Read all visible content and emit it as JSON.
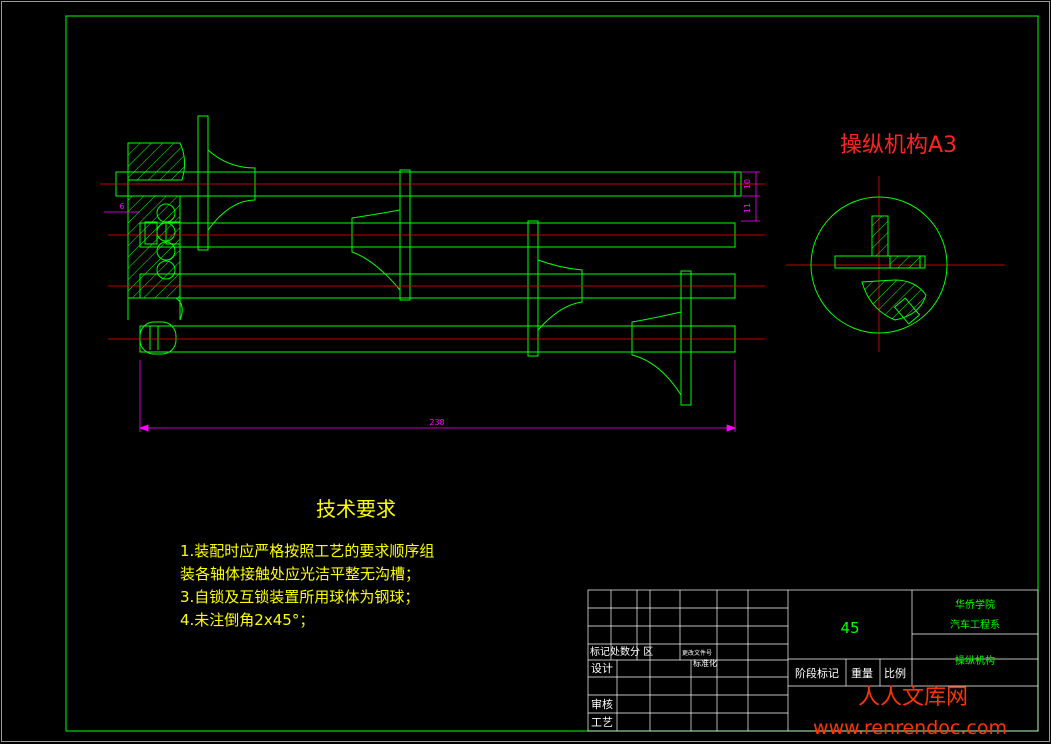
{
  "colors": {
    "background": "#000000",
    "outline": "#00ff00",
    "centerline": "#ff0000",
    "dimension": "#ff00ff",
    "notes": "#ffff00",
    "section_title": "#ff2222",
    "watermark": "#ff3300",
    "hatch": "#00ff00"
  },
  "section_view": {
    "title": "操纵机构A3"
  },
  "dimensions": {
    "rod_spacing_top": "10",
    "rod_spacing": "11",
    "stub_length": "6",
    "overall_length": "238"
  },
  "tech_requirements": {
    "heading": "技术要求",
    "items": [
      "1.装配时应严格按照工艺的要求顺序组",
      "装各轴体接触处应光洁平整无沟槽；",
      "3.自锁及互锁装置所用球体为钢球；",
      "4.未注倒角2x45°；"
    ]
  },
  "title_block": {
    "drawing_number": "45",
    "school": "华侨学院",
    "department": "汽车工程系",
    "drawing_name": "操纵机构",
    "labels": {
      "revision_header": "标记处数分  区",
      "change_doc": "更改文件号",
      "design": "设计",
      "standardize": "标准化",
      "review": "审核",
      "process": "工艺",
      "stage_mark": "阶段标记",
      "weight": "重量",
      "scale": "比例"
    }
  },
  "watermark": {
    "line1": "人人文库网",
    "line2": "www.renrendoc.com"
  }
}
